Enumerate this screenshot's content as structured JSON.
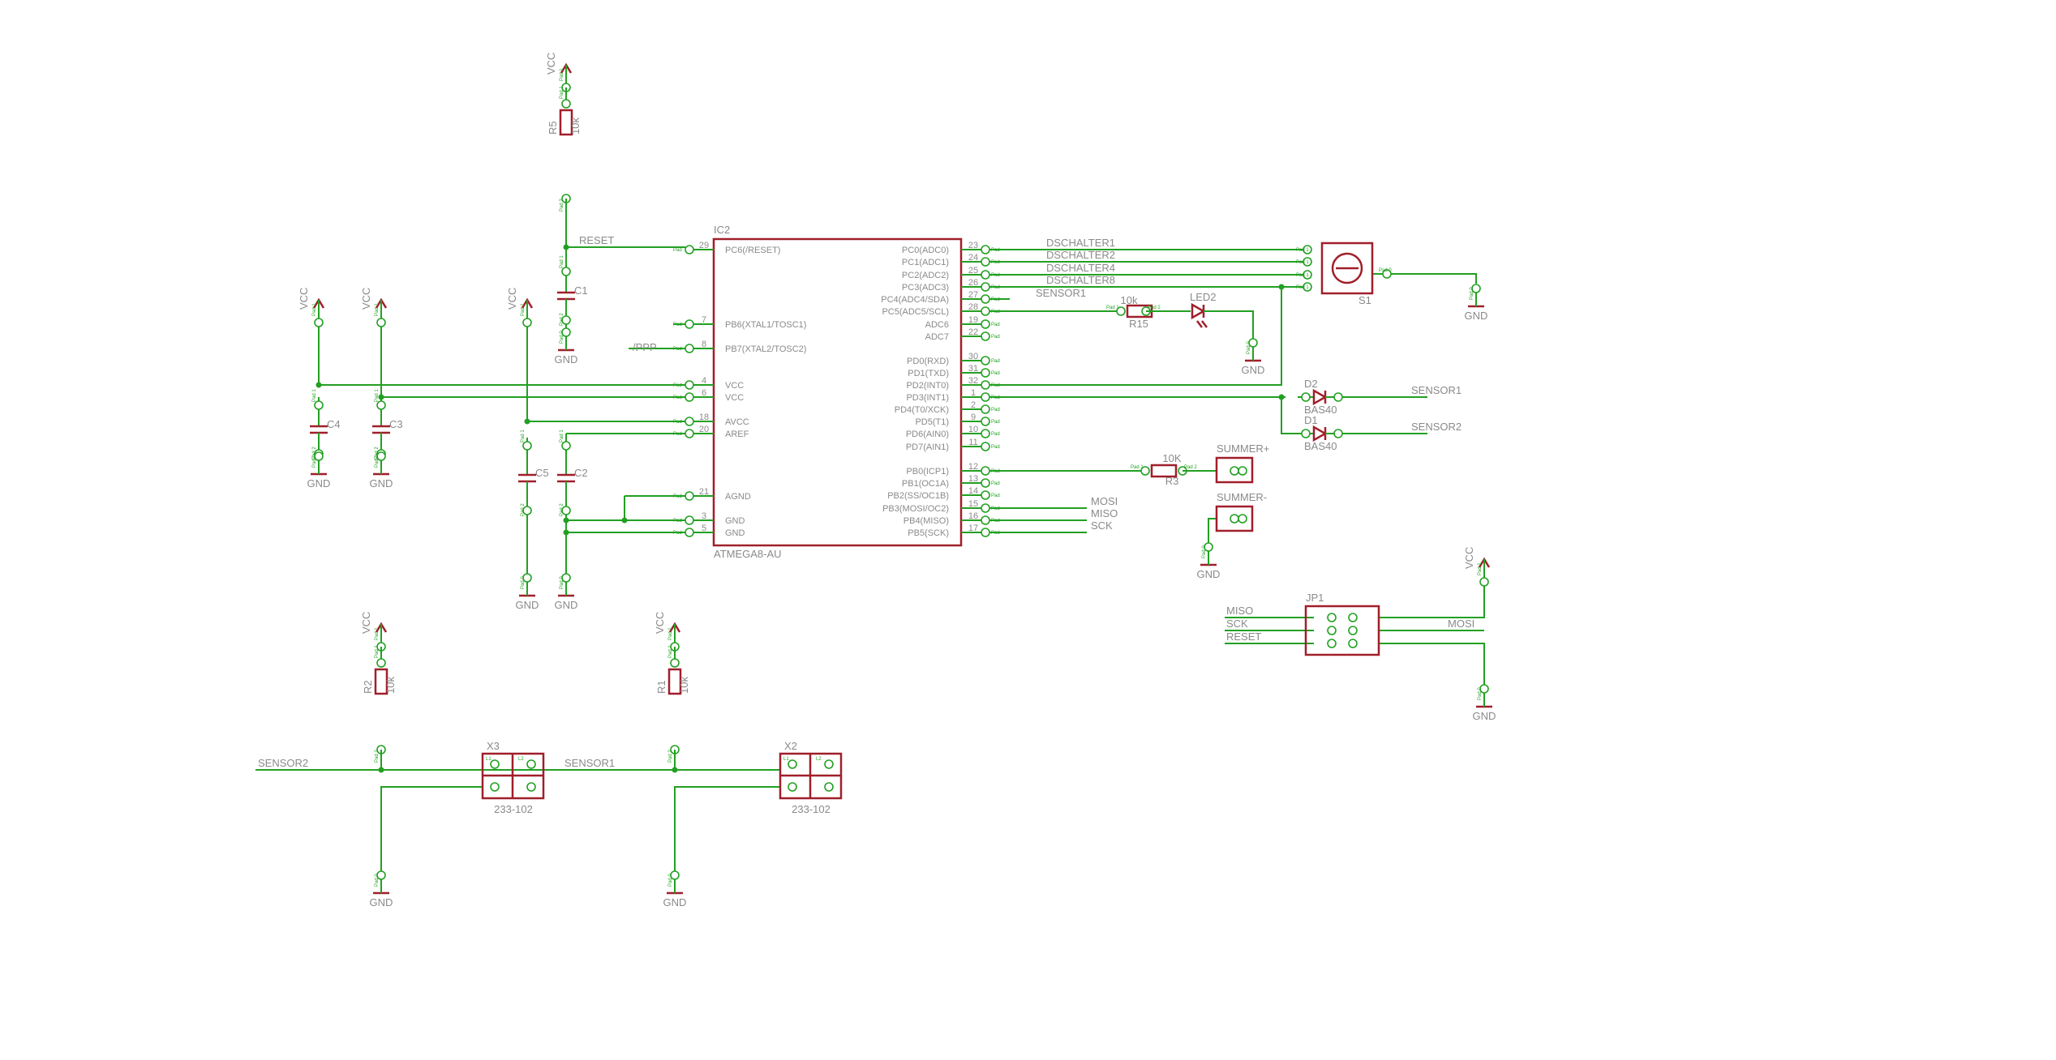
{
  "supply": {
    "vcc": "VCC",
    "gnd": "GND"
  },
  "colors": {
    "wire": "#22a022",
    "part": "#a01f2a",
    "label": "#8a8a8a"
  },
  "pin_text": {
    "p1": "Pad 1",
    "p2": "Pad 2",
    "p0": "Pad 0",
    "pad": "Pad",
    "l1": "L1",
    "l2": "L2"
  },
  "ic2": {
    "name": "IC2",
    "value": "ATMEGA8-AU",
    "left_pins": [
      {
        "label": "PC6(/RESET)",
        "num": "29"
      },
      {
        "label": "PB6(XTAL1/TOSC1)",
        "num": "7"
      },
      {
        "label": "PB7(XTAL2/TOSC2)",
        "num": "8"
      },
      {
        "label": "VCC",
        "num": "4"
      },
      {
        "label": "VCC",
        "num": "6"
      },
      {
        "label": "AVCC",
        "num": "18"
      },
      {
        "label": "AREF",
        "num": "20"
      },
      {
        "label": "AGND",
        "num": "21"
      },
      {
        "label": "GND",
        "num": "3"
      },
      {
        "label": "GND",
        "num": "5"
      }
    ],
    "right_pins": [
      {
        "label": "PC0(ADC0)",
        "num": "23"
      },
      {
        "label": "PC1(ADC1)",
        "num": "24"
      },
      {
        "label": "PC2(ADC2)",
        "num": "25"
      },
      {
        "label": "PC3(ADC3)",
        "num": "26"
      },
      {
        "label": "PC4(ADC4/SDA)",
        "num": "27"
      },
      {
        "label": "PC5(ADC5/SCL)",
        "num": "28"
      },
      {
        "label": "ADC6",
        "num": "19"
      },
      {
        "label": "ADC7",
        "num": "22"
      },
      {
        "label": "PD0(RXD)",
        "num": "30"
      },
      {
        "label": "PD1(TXD)",
        "num": "31"
      },
      {
        "label": "PD2(INT0)",
        "num": "32"
      },
      {
        "label": "PD3(INT1)",
        "num": "1"
      },
      {
        "label": "PD4(T0/XCK)",
        "num": "2"
      },
      {
        "label": "PD5(T1)",
        "num": "9"
      },
      {
        "label": "PD6(AIN0)",
        "num": "10"
      },
      {
        "label": "PD7(AIN1)",
        "num": "11"
      },
      {
        "label": "PB0(ICP1)",
        "num": "12"
      },
      {
        "label": "PB1(OC1A)",
        "num": "13"
      },
      {
        "label": "PB2(SS/OC1B)",
        "num": "14"
      },
      {
        "label": "PB3(MOSI/OC2)",
        "num": "15"
      },
      {
        "label": "PB4(MISO)",
        "num": "16"
      },
      {
        "label": "PB5(SCK)",
        "num": "17"
      }
    ]
  },
  "nets": {
    "reset": "RESET",
    "ppp": "/PPP",
    "dschalter1": "DSCHALTER1",
    "dschalter2": "DSCHALTER2",
    "dschalter4": "DSCHALTER4",
    "dschalter8": "DSCHALTER8",
    "sensor1_pc5": "SENSOR1",
    "mosi": "MOSI",
    "miso": "MISO",
    "sck": "SCK",
    "sensor1": "SENSOR1",
    "sensor2": "SENSOR2",
    "sensor2_x3": "SENSOR2",
    "sensor1_x2": "SENSOR1",
    "jp_miso": "MISO",
    "jp_sck": "SCK",
    "jp_reset": "RESET",
    "jp_mosi": "MOSI"
  },
  "components": {
    "r5": {
      "name": "R5",
      "value": "10k"
    },
    "c1": {
      "name": "C1"
    },
    "c2": {
      "name": "C2"
    },
    "c3": {
      "name": "C3"
    },
    "c4": {
      "name": "C4"
    },
    "c5": {
      "name": "C5"
    },
    "r15": {
      "name": "R15",
      "value": "10k"
    },
    "led2": {
      "name": "LED2"
    },
    "s1": {
      "name": "S1"
    },
    "d1": {
      "name": "D1",
      "value": "BAS40"
    },
    "d2": {
      "name": "D2",
      "value": "BAS40"
    },
    "r3": {
      "name": "R3",
      "value": "10K"
    },
    "summer_plus": {
      "name": "SUMMER+"
    },
    "summer_minus": {
      "name": "SUMMER-"
    },
    "jp1": {
      "name": "JP1"
    },
    "r1": {
      "name": "R1",
      "value": "10k"
    },
    "r2": {
      "name": "R2",
      "value": "10k"
    },
    "x2": {
      "name": "X2",
      "value": "233-102"
    },
    "x3": {
      "name": "X3",
      "value": "233-102"
    }
  }
}
